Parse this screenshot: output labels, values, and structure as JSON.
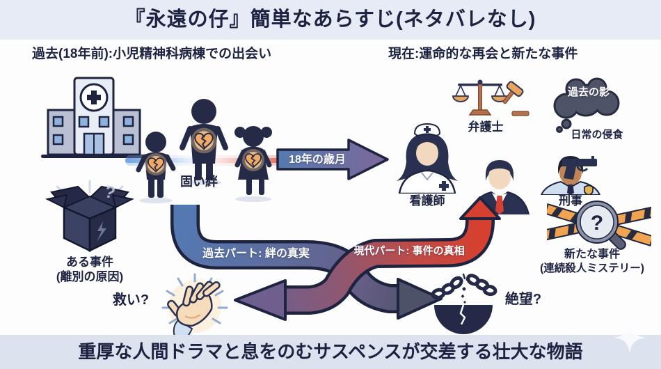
{
  "title": "『永遠の仔』簡単なあらすじ(ネタバレなし)",
  "footer": "重厚な人間ドラマと息をのむサスペンスが交差する壮大な物語",
  "past": {
    "header": "過去(18年前):小児精神科病棟での出会い",
    "bond_label": "固い絆",
    "incident_line1": "ある事件",
    "incident_line2": "(離別の原因)"
  },
  "present": {
    "header": "現在:運命的な再会と新たな事件",
    "nurse": "看護師",
    "lawyer": "弁護士",
    "detective": "刑事",
    "cloud": "過去の影",
    "erosion": "日常の侵食",
    "new_case_line1": "新たな事件",
    "new_case_line2": "(連続殺人ミステリー)"
  },
  "flow": {
    "time_arrow": "18年の歳月",
    "past_ribbon": "過去パート: 絆の真実",
    "modern_ribbon": "現代パート: 事件の真相",
    "salvation": "救い?",
    "despair": "絶望?"
  },
  "glyphs": {
    "box_question": "?",
    "magnifier_question": "?"
  },
  "colors": {
    "ink": "#1c2240",
    "header_band_bg": "#e7ebf5",
    "footer_band_bg": "#dce3ef",
    "past_blue": "#5479b2",
    "despair_slate": "#4e5268",
    "modern_red": "#d6402e",
    "salvation_purple": "#6e5f8e",
    "heart_orange": "#f2a964",
    "tape_orange": "#f0a452",
    "silhouette_navy": "#252a47"
  }
}
